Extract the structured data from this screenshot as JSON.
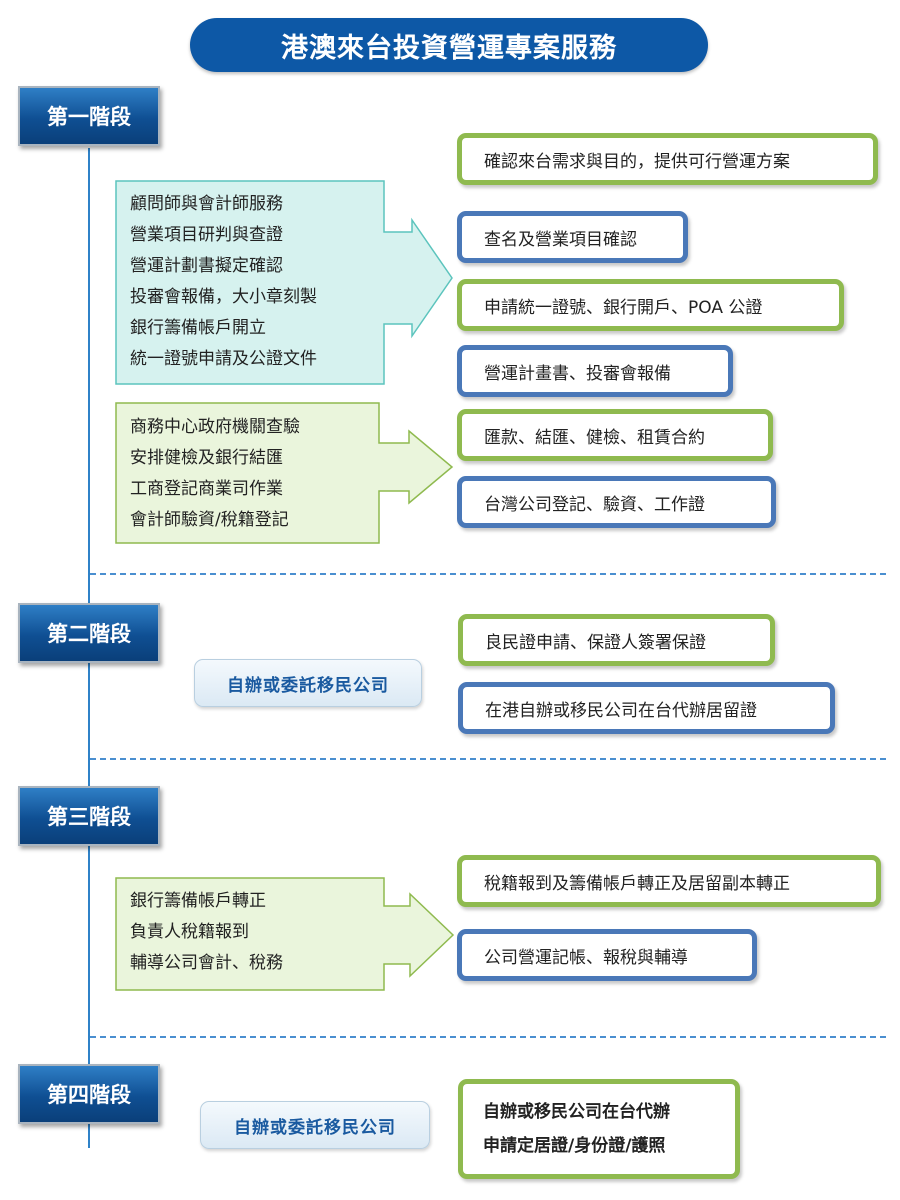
{
  "title": "港澳來台投資營運專案服務",
  "stages": [
    {
      "label": "第一階段"
    },
    {
      "label": "第二階段"
    },
    {
      "label": "第三階段"
    },
    {
      "label": "第四階段"
    }
  ],
  "stage1": {
    "arrow1_items": [
      "顧問師與會計師服務",
      "營業項目研判與查證",
      "營運計劃書擬定確認",
      "投審會報備，大小章刻製",
      "銀行籌備帳戶開立",
      "統一證號申請及公證文件"
    ],
    "arrow2_items": [
      "商務中心政府機關查驗",
      "安排健檢及銀行結匯",
      "工商登記商業司作業",
      "會計師驗資/稅籍登記"
    ],
    "results": [
      "確認來台需求與目的，提供可行營運方案",
      "查名及營業項目確認",
      "申請統一證號、銀行開戶、POA 公證",
      "營運計畫書、投審會報備",
      "匯款、結匯、健檢、租賃合約",
      "台灣公司登記、驗資、工作證"
    ]
  },
  "stage2": {
    "pill": "自辦或委託移民公司",
    "results": [
      "良民證申請、保證人簽署保證",
      "在港自辦或移民公司在台代辦居留證"
    ]
  },
  "stage3": {
    "arrow_items": [
      "銀行籌備帳戶轉正",
      "負責人稅籍報到",
      "輔導公司會計、稅務"
    ],
    "results": [
      "稅籍報到及籌備帳戶轉正及居留副本轉正",
      "公司營運記帳、報稅與輔導"
    ]
  },
  "stage4": {
    "pill": "自辦或委託移民公司",
    "result_lines": [
      "自辦或移民公司在台代辦",
      "申請定居證/身份證/護照"
    ]
  },
  "colors": {
    "title_bg": "#0d58a6",
    "stage_bg": "#0f4f93",
    "green_border": "#8fba4f",
    "blue_border": "#4a78b8",
    "teal_arrow_fill": "#d6f2ef",
    "teal_arrow_stroke": "#5cc4bd",
    "green_arrow_fill": "#eaf5dc",
    "green_arrow_stroke": "#8fba4f"
  }
}
